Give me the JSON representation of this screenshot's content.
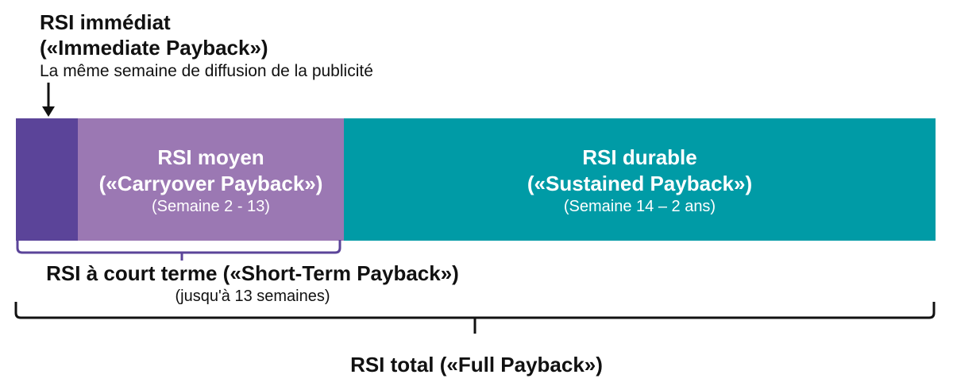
{
  "immediate": {
    "title": "RSI immédiat",
    "subtitle": "(«Immediate Payback»)",
    "description": "La même semaine de diffusion de la publicité"
  },
  "carryover": {
    "title": "RSI moyen",
    "subtitle": "(«Carryover Payback»)",
    "period": "(Semaine 2 - 13)"
  },
  "sustained": {
    "title": "RSI durable",
    "subtitle": "(«Sustained Payback»)",
    "period": "(Semaine 14 – 2 ans)"
  },
  "short_term": {
    "label": "RSI à court terme («Short-Term Payback»)",
    "period": "(jusqu'à 13 semaines)"
  },
  "full": {
    "label": "RSI total («Full Payback»)"
  },
  "colors": {
    "immediate": "#5b4499",
    "carryover": "#9b78b3",
    "sustained": "#009ba6",
    "short_term_bracket": "#5b4499",
    "full_bracket": "#111111"
  }
}
